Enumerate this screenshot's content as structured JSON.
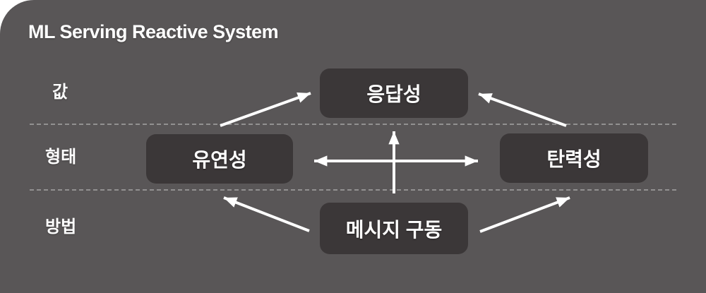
{
  "title": "ML Serving Reactive System",
  "row_labels": [
    {
      "id": "value",
      "label": "값"
    },
    {
      "id": "form",
      "label": "형태"
    },
    {
      "id": "method",
      "label": "방법"
    }
  ],
  "nodes": {
    "responsiveness": {
      "label": "응답성"
    },
    "flexibility": {
      "label": "유연성"
    },
    "elasticity": {
      "label": "탄력성"
    },
    "message_driven": {
      "label": "메시지 구동"
    }
  },
  "colors": {
    "page-bg": "#ffffff",
    "canvas-bg": "#595657",
    "node-bg": "#3b3738",
    "text": "#ffffff",
    "divider": "#9c9c9c",
    "arrow": "#ffffff"
  }
}
